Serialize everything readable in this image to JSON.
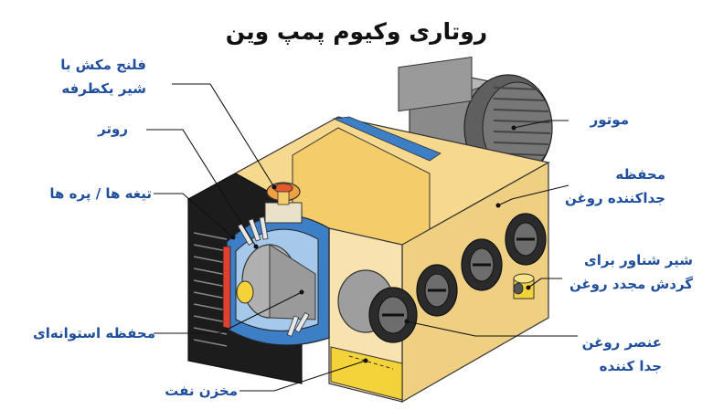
{
  "title": "روتاری وکیوم پمپ وین",
  "labels": {
    "flange": [
      "فلنج مکش با",
      "شیر یکطرفه"
    ],
    "rotor": "روتر",
    "blades": "تیغه ها / پره ها",
    "cylinder": "محفظه استوانه‌ای",
    "oil_tank": "مخزن نفت",
    "motor": "موتور",
    "separator_housing": [
      "محفظه",
      "جداکننده روغن"
    ],
    "float_valve": [
      "شیر شناور برای",
      "گردش مجدد روغن"
    ],
    "separator_element": [
      "عنصر روغن",
      "جدا کننده"
    ]
  },
  "colors": {
    "label_text": "#1f4e9c",
    "housing": "#f8e3b0",
    "housing_top": "#f6d98e",
    "housing_side": "#efcf82",
    "motor": "#808080",
    "rotor_blue": "#3d7fc6",
    "oil_yellow": "#f3d23a",
    "flange_orange": "#f0a040"
  }
}
